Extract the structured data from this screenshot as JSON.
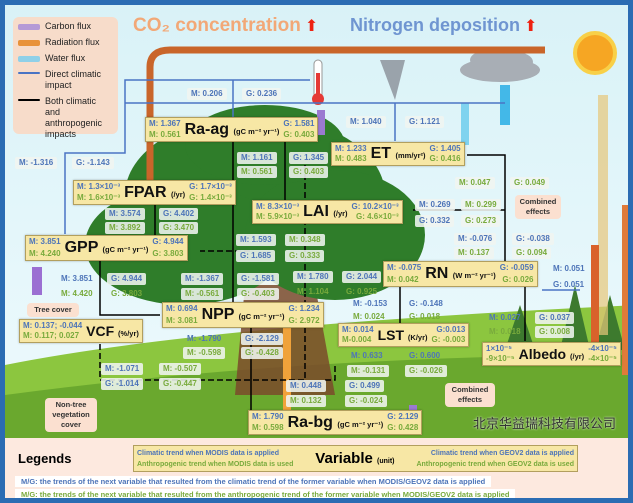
{
  "legend": {
    "items": [
      {
        "label": "Carbon flux",
        "color": "#b59ad6"
      },
      {
        "label": "Radiation flux",
        "color": "#e8923a"
      },
      {
        "label": "Water flux",
        "color": "#8fd0e8"
      },
      {
        "label": "Direct climatic impact",
        "color": "#4a74c4"
      },
      {
        "label": "Both climatic and anthropogenic impacts",
        "color": "#000000"
      }
    ]
  },
  "titles": {
    "co2": "CO₂ concentration",
    "nitrogen": "Nitrogen deposition"
  },
  "variables": {
    "ra_ag": {
      "name": "Ra-ag",
      "unit": "(gC m⁻² yr⁻¹)",
      "m_clim": "M: 1.367",
      "m_anth": "M: 0.561",
      "g_clim": "G: 1.581",
      "g_anth": "G: 0.403"
    },
    "et": {
      "name": "ET",
      "unit": "(mm/yr²)",
      "m_clim": "M: 1.233",
      "m_anth": "M: 0.483",
      "g_clim": "G: 1.405",
      "g_anth": "G: 0.416"
    },
    "fpar": {
      "name": "FPAR",
      "unit": "(/yr)",
      "m_clim": "M: 1.3×10⁻³",
      "m_anth": "M: 1.6×10⁻³",
      "g_clim": "G: 1.7×10⁻³",
      "g_anth": "G: 1.4×10⁻³"
    },
    "lai": {
      "name": "LAI",
      "unit": "(/yr)",
      "m_clim": "M: 8.3×10⁻³",
      "m_anth": "M: 5.9×10⁻³",
      "g_clim": "G: 10.2×10⁻³",
      "g_anth": "G: 4.6×10⁻³"
    },
    "gpp": {
      "name": "GPP",
      "unit": "(gC m⁻² yr⁻¹)",
      "m_clim": "M: 3.851",
      "m_anth": "M: 4.240",
      "g_clim": "G: 4.944",
      "g_anth": "G: 3.803"
    },
    "rn": {
      "name": "RN",
      "unit": "(W m⁻² yr⁻¹)",
      "m_clim": "M: -0.075",
      "m_anth": "M: 0.042",
      "g_clim": "G: -0.059",
      "g_anth": "G: 0.026"
    },
    "npp": {
      "name": "NPP",
      "unit": "(gC m⁻² yr⁻¹)",
      "m_clim": "M: 0.694",
      "m_anth": "M: 3.081",
      "g_clim": "G: 1.234",
      "g_anth": "G: 2.972"
    },
    "vcf": {
      "name": "VCF",
      "unit": "(%/yr)",
      "m_clim": "M: 0.137; -0.044",
      "m_anth": "M: 0.117; 0.027"
    },
    "lst": {
      "name": "LST",
      "unit": "(K/yr)",
      "m_clim": "M: 0.014",
      "m_anth": "M-0.004",
      "g_clim": "G:0.013",
      "g_anth": "G: -0.003"
    },
    "albedo": {
      "name": "Albedo",
      "unit": "(/yr)",
      "m_clim": "1×10⁻⁵",
      "m_anth": "-9×10⁻⁵",
      "g_clim": "-4×10⁻⁵",
      "g_anth": "-4×10⁻⁵"
    },
    "ra_bg": {
      "name": "Ra-bg",
      "unit": "(gC m⁻² yr⁻¹)",
      "m_clim": "M: 1.790",
      "m_anth": "M: 0.598",
      "g_clim": "G: 2.129",
      "g_anth": "G: 0.428"
    }
  },
  "flows": {
    "temp_raag": [
      "M: 0.206",
      "G: 0.236"
    ],
    "storm_et": [
      "M: 1.040",
      "G: 1.121"
    ],
    "temp_gpp": [
      "M: -1.316",
      "G: -1.143"
    ],
    "raag_lai": [
      "M: 1.161",
      "G: 1.345",
      "M: 0.561",
      "G: 0.403"
    ],
    "fpar_gpp": [
      "M: 3.574",
      "G: 4.402",
      "M: 3.892",
      "G: 3.470"
    ],
    "et_comb": [
      "M: 0.047",
      "G: 0.049"
    ],
    "lai_comb": [
      "M: 0.269",
      "M: 0.299",
      "G: 0.332",
      "G: 0.273"
    ],
    "lai_gpp": [
      "M: 1.593",
      "M: 0.348",
      "G: 1.685",
      "G: 0.333"
    ],
    "rn_comb": [
      "M: -0.076",
      "G: -0.038",
      "M: 0.137",
      "G: 0.094"
    ],
    "gpp_npp": [
      "M: 3.851",
      "G: 4.944",
      "M: 4.420",
      "G: 3.803"
    ],
    "npp_raag": [
      "M: -1.367",
      "G: -1.581",
      "M: -0.561",
      "G: -0.403"
    ],
    "lai_lst": [
      "M: 1.780",
      "G: 2.044",
      "M: 1.104",
      "G: 0.925"
    ],
    "sun_rn": [
      "M: 0.051",
      "G: 0.051"
    ],
    "lst_rn": [
      "M: -0.153",
      "G: -0.148",
      "M: 0.024",
      "G: 0.018"
    ],
    "alb_rn": [
      "M: 0.027",
      "G: 0.037",
      "M: 0.018",
      "G: 0.008"
    ],
    "npp_rabg": [
      "M: -1.790",
      "G: -2.129",
      "M: -0.598",
      "G: -0.428"
    ],
    "lst_rabg": [
      "M: 0.633",
      "G: 0.600",
      "M: -0.131",
      "G: -0.026"
    ],
    "vcf_npp": [
      "M: -1.071",
      "M: -0.507",
      "G: -1.014",
      "G: -0.447"
    ],
    "comb_rabg": [
      "M: 0.448",
      "G: 0.499",
      "M: 0.132",
      "G: -0.024"
    ]
  },
  "callouts": {
    "combined_top": "Combined effects",
    "combined_bottom": "Combined effects",
    "tree_cover": "Tree cover",
    "non_tree": "Non-tree vegetation cover"
  },
  "bottom_legend": {
    "title": "Legends",
    "m_clim": "Climatic trend when MODIS data is applied",
    "m_anth": "Anthropogenic trend when MODIS data is used",
    "variable": "Variable",
    "unit": "(unit)",
    "g_clim": "Climatic trend when GEOV2 data is applied",
    "g_anth": "Anthropogenic trend when GEOV2 data is used",
    "line1": "M/G: the trends of the next variable that resulted from the climatic trend of the former variable when MODIS/GEOV2 data is applied",
    "line2": "M/G: the trends of the next variable that resulted from the anthropogenic trend of the former variable when MODIS/GEOV2 data is applied"
  },
  "watermark": "北京华益瑞科技有限公司"
}
